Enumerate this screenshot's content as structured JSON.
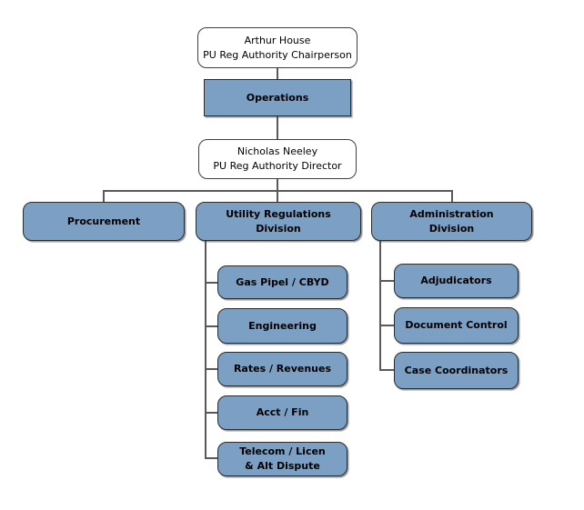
{
  "colors": {
    "node_fill": "#7C9FC4",
    "node_border": "#2B2B2B",
    "white_fill": "#FFFFFF",
    "white_border": "#3F3F3F",
    "connector": "#595959",
    "text": "#000000",
    "background": "#FFFFFF"
  },
  "nodes": {
    "chairperson": {
      "line1": "Arthur House",
      "line2": "PU Reg Authority Chairperson"
    },
    "operations": {
      "label": "Operations"
    },
    "director": {
      "line1": "Nicholas Neeley",
      "line2": "PU Reg Authority Director"
    },
    "procurement": {
      "label": "Procurement"
    },
    "utility_division": {
      "line1": "Utility Regulations",
      "line2": "Division"
    },
    "admin_division": {
      "line1": "Administration",
      "line2": "Division"
    },
    "utility_children": [
      {
        "label": "Gas Pipel / CBYD"
      },
      {
        "label": "Engineering"
      },
      {
        "label": "Rates / Revenues"
      },
      {
        "label": "Acct / Fin"
      },
      {
        "label": "Telecom / Licen",
        "label2": "& Alt Dispute"
      }
    ],
    "admin_children": [
      {
        "label": "Adjudicators"
      },
      {
        "label": "Document Control"
      },
      {
        "label": "Case Coordinators"
      }
    ]
  }
}
